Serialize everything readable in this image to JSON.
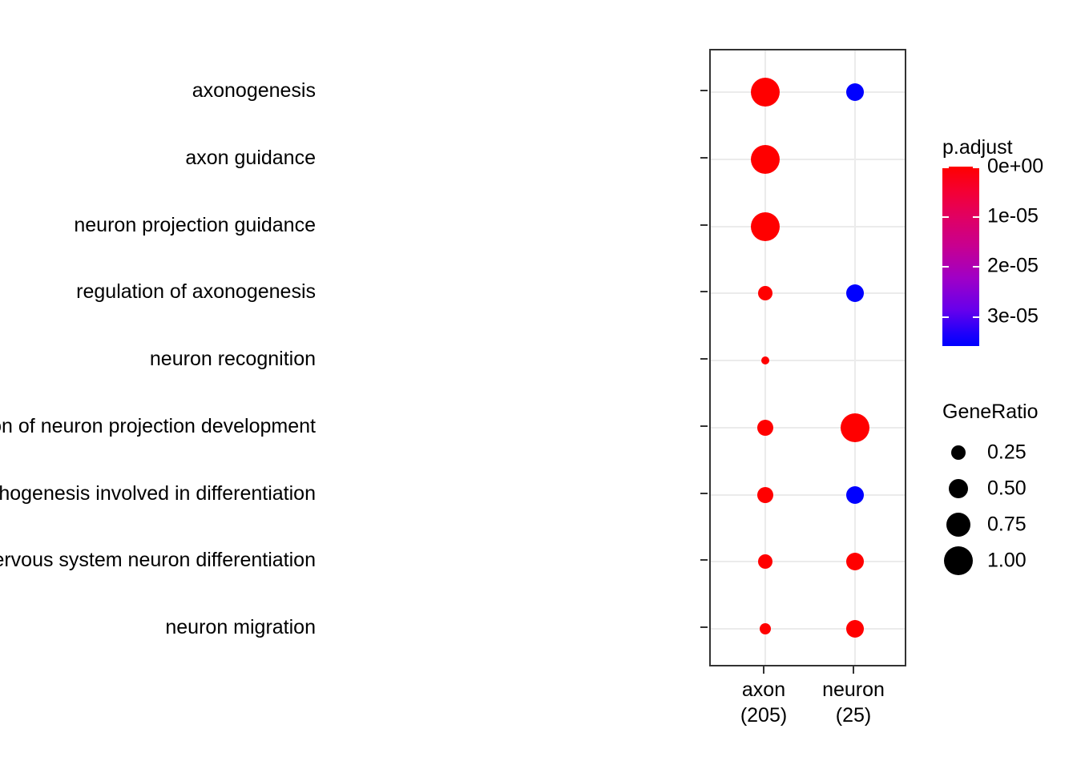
{
  "chart_data": {
    "type": "scatter",
    "plot_style": "dot-plot",
    "title": "",
    "xlabel": "",
    "ylabel": "",
    "grid": true,
    "categories_x": [
      "axon\n(205)",
      "neuron\n(25)"
    ],
    "x_tick_labels": [
      {
        "name": "axon",
        "count": "(205)"
      },
      {
        "name": "neuron",
        "count": "(25)"
      }
    ],
    "categories_y": [
      "axonogenesis",
      "axon guidance",
      "neuron projection guidance",
      "regulation of axonogenesis",
      "neuron recognition",
      "regulation of neuron projection development",
      "regulation of cell morphogenesis involved in differentiation",
      "central nervous system neuron differentiation",
      "neuron migration"
    ],
    "points": [
      {
        "x": "axon",
        "y": "axonogenesis",
        "GeneRatio": 1.0,
        "p.adjust": 0.0,
        "color": "#FF0000",
        "radius": 18
      },
      {
        "x": "neuron",
        "y": "axonogenesis",
        "GeneRatio": 0.45,
        "p.adjust": 3.6e-05,
        "color": "#0000FF",
        "radius": 11
      },
      {
        "x": "axon",
        "y": "axon guidance",
        "GeneRatio": 1.0,
        "p.adjust": 0.0,
        "color": "#FF0000",
        "radius": 18
      },
      {
        "x": "axon",
        "y": "neuron projection guidance",
        "GeneRatio": 1.0,
        "p.adjust": 0.0,
        "color": "#FF0000",
        "radius": 18
      },
      {
        "x": "axon",
        "y": "regulation of axonogenesis",
        "GeneRatio": 0.28,
        "p.adjust": 0.0,
        "color": "#FF0000",
        "radius": 9
      },
      {
        "x": "neuron",
        "y": "regulation of axonogenesis",
        "GeneRatio": 0.45,
        "p.adjust": 3.6e-05,
        "color": "#0000FF",
        "radius": 11
      },
      {
        "x": "axon",
        "y": "neuron recognition",
        "GeneRatio": 0.15,
        "p.adjust": 0.0,
        "color": "#FF0000",
        "radius": 5
      },
      {
        "x": "axon",
        "y": "regulation of neuron projection development",
        "GeneRatio": 0.32,
        "p.adjust": 0.0,
        "color": "#FF0000",
        "radius": 10
      },
      {
        "x": "neuron",
        "y": "regulation of neuron projection development",
        "GeneRatio": 1.0,
        "p.adjust": 0.0,
        "color": "#FF0000",
        "radius": 18
      },
      {
        "x": "axon",
        "y": "regulation of cell morphogenesis involved in differentiation",
        "GeneRatio": 0.3,
        "p.adjust": 0.0,
        "color": "#FF0000",
        "radius": 10
      },
      {
        "x": "neuron",
        "y": "regulation of cell morphogenesis involved in differentiation",
        "GeneRatio": 0.45,
        "p.adjust": 3.6e-05,
        "color": "#0000FF",
        "radius": 11
      },
      {
        "x": "axon",
        "y": "central nervous system neuron differentiation",
        "GeneRatio": 0.28,
        "p.adjust": 0.0,
        "color": "#FF0000",
        "radius": 9
      },
      {
        "x": "neuron",
        "y": "central nervous system neuron differentiation",
        "GeneRatio": 0.35,
        "p.adjust": 0.0,
        "color": "#FF0000",
        "radius": 11
      },
      {
        "x": "axon",
        "y": "neuron migration",
        "GeneRatio": 0.22,
        "p.adjust": 0.0,
        "color": "#FF0000",
        "radius": 7
      },
      {
        "x": "neuron",
        "y": "neuron migration",
        "GeneRatio": 0.35,
        "p.adjust": 0.0,
        "color": "#FF0000",
        "radius": 11
      }
    ],
    "color_legend": {
      "title": "p.adjust",
      "tick_labels": [
        "0e+00",
        "1e-05",
        "2e-05",
        "3e-05"
      ],
      "tick_values": [
        0,
        1e-05,
        2e-05,
        3e-05
      ],
      "range": [
        0,
        3.6e-05
      ],
      "low_color": "#FF0000",
      "high_color": "#0000FF",
      "position": "right-top"
    },
    "size_legend": {
      "title": "GeneRatio",
      "labels": [
        "0.25",
        "0.50",
        "0.75",
        "1.00"
      ],
      "values": [
        0.25,
        0.5,
        0.75,
        1.0
      ],
      "radii": [
        9,
        12,
        15,
        18
      ],
      "key_color": "#000000",
      "position": "right-bottom"
    },
    "panel": {
      "border_color": "#333333",
      "grid_color": "#ebebeb",
      "background": "#ffffff"
    }
  }
}
